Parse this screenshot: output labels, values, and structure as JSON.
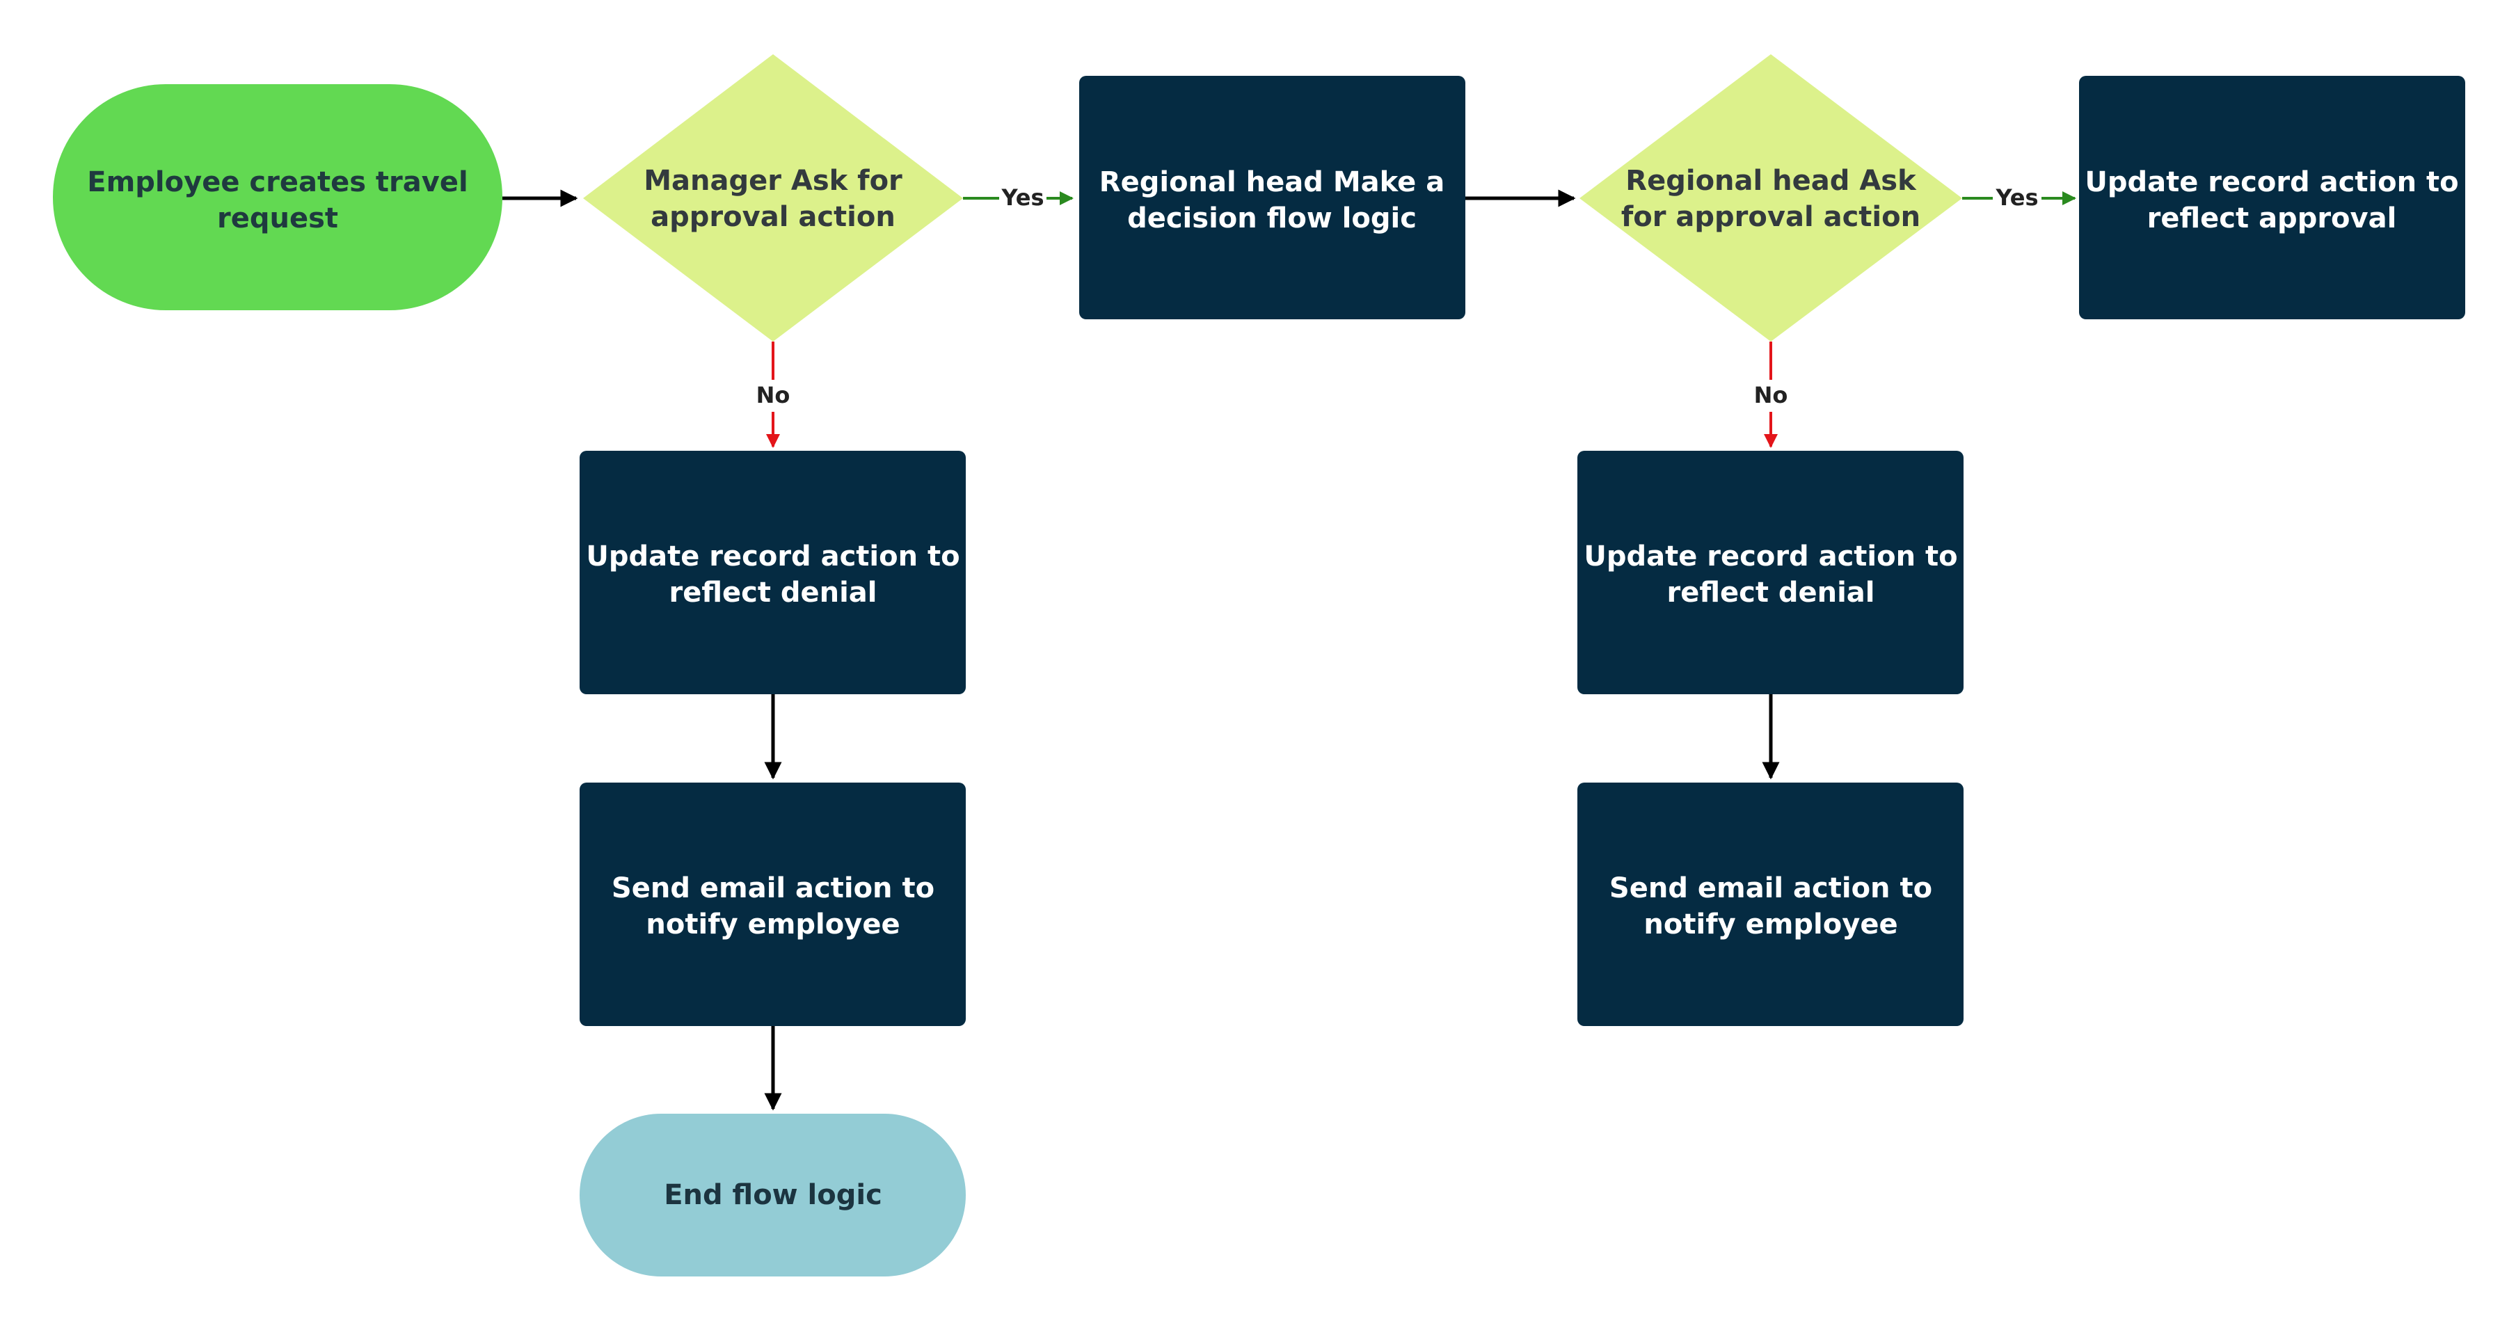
{
  "colors": {
    "start_fill": "#62d952",
    "start_text": "#1f3a3f",
    "decision_fill": "#dcf18b",
    "decision_text": "#333a3e",
    "process_fill": "#052b42",
    "process_text": "#ffffff",
    "end_fill": "#93ccd5",
    "end_text": "#1c3440",
    "arrow_default": "#000000",
    "arrow_yes": "#2a8a1f",
    "arrow_no": "#e3151a",
    "label_text": "#222222"
  },
  "nodes": {
    "start": {
      "lines": [
        "Employee creates travel",
        "request"
      ]
    },
    "manager_decision": {
      "lines": [
        "Manager Ask for",
        "approval action"
      ]
    },
    "regional_make": {
      "lines": [
        "Regional head Make a",
        "decision flow logic"
      ]
    },
    "regional_decision": {
      "lines": [
        "Regional head Ask",
        "for approval action"
      ]
    },
    "update_approval": {
      "lines": [
        "Update record action to",
        "reflect approval"
      ]
    },
    "update_denial_left": {
      "lines": [
        "Update record action to",
        "reflect denial"
      ]
    },
    "email_left": {
      "lines": [
        "Send email action to",
        "notify employee"
      ]
    },
    "end": {
      "lines": [
        "End flow logic"
      ]
    },
    "update_denial_right": {
      "lines": [
        "Update record action to",
        "reflect denial"
      ]
    },
    "email_right": {
      "lines": [
        "Send email action to",
        "notify employee"
      ]
    }
  },
  "edges": {
    "start_to_manager": {
      "label": ""
    },
    "manager_yes": {
      "label": "Yes"
    },
    "manager_no": {
      "label": "No"
    },
    "make_to_regional": {
      "label": ""
    },
    "regional_yes": {
      "label": "Yes"
    },
    "regional_no": {
      "label": "No"
    },
    "denial_left_to_email_left": {
      "label": ""
    },
    "email_left_to_end": {
      "label": ""
    },
    "denial_right_to_email_right": {
      "label": ""
    }
  }
}
